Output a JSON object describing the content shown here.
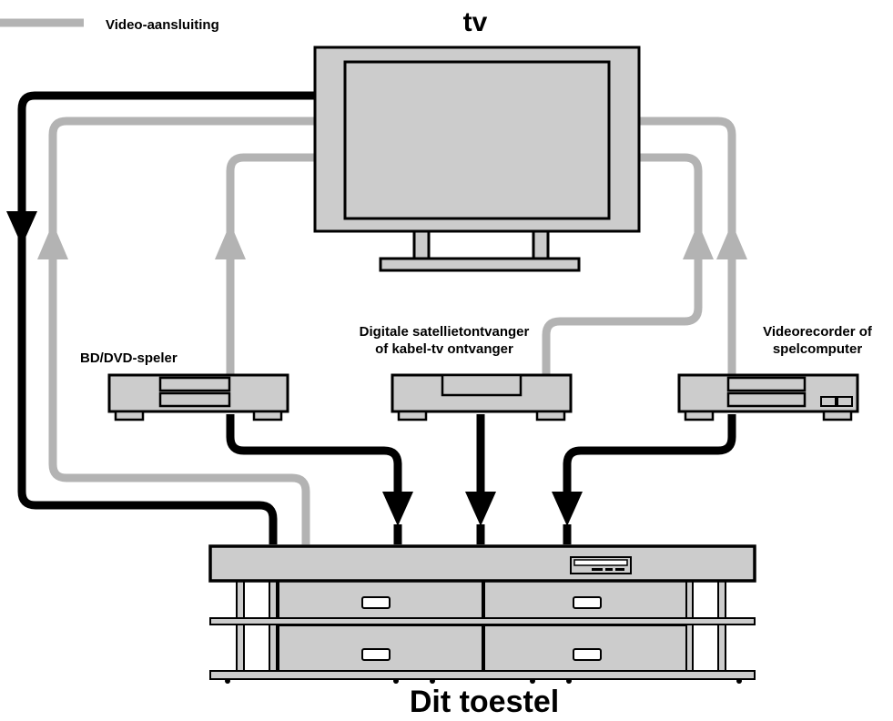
{
  "legend": {
    "video_label": "Video-aansluiting"
  },
  "tv": {
    "label": "tv"
  },
  "devices": {
    "bd_dvd": "BD/DVD-speler",
    "sat_line1": "Digitale satellietontvanger",
    "sat_line2": "of kabel-tv ontvanger",
    "vcr_line1": "Videorecorder of",
    "vcr_line2": "spelcomputer"
  },
  "receiver": {
    "label": "Dit toestel"
  },
  "colors": {
    "video_line": "#b3b3b3",
    "cable": "#000000",
    "device_fill": "#cccccc"
  }
}
